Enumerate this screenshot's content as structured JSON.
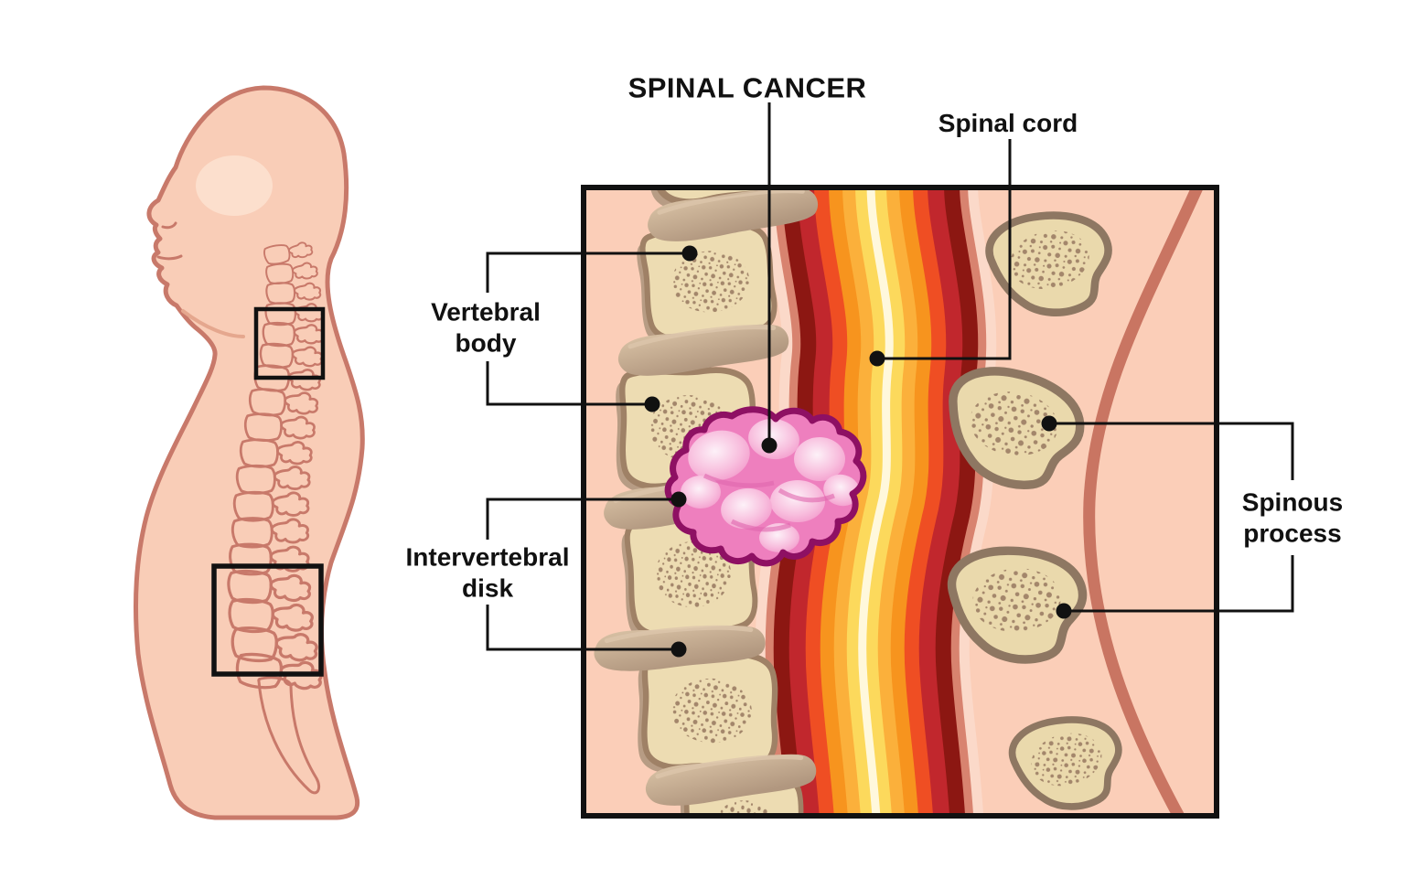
{
  "title": "SPINAL CANCER",
  "labels": {
    "spinal_cord": "Spinal cord",
    "vertebral_body": "Vertebral body",
    "intervertebral_disk": "Intervertebral disk",
    "spinous_process": "Spinous process"
  },
  "colors": {
    "background": "#ffffff",
    "panel_background": "#fbceb8",
    "skin_fill": "#f9cdb7",
    "skin_outline": "#c8796a",
    "bone_fill": "#eddcb2",
    "bone_outline": "#9f8166",
    "bone_shadow": "#b79c84",
    "disk_fill": "#c5aa8f",
    "tumor_fill": "#ee7fbe",
    "tumor_outline": "#8e1063",
    "cord_dark_red": "#8c1712",
    "cord_red": "#c1272d",
    "cord_orange": "#f7941e",
    "cord_yellow": "#fbb03b",
    "cord_highlight": "#fff8dc",
    "pointer": "#111111"
  }
}
